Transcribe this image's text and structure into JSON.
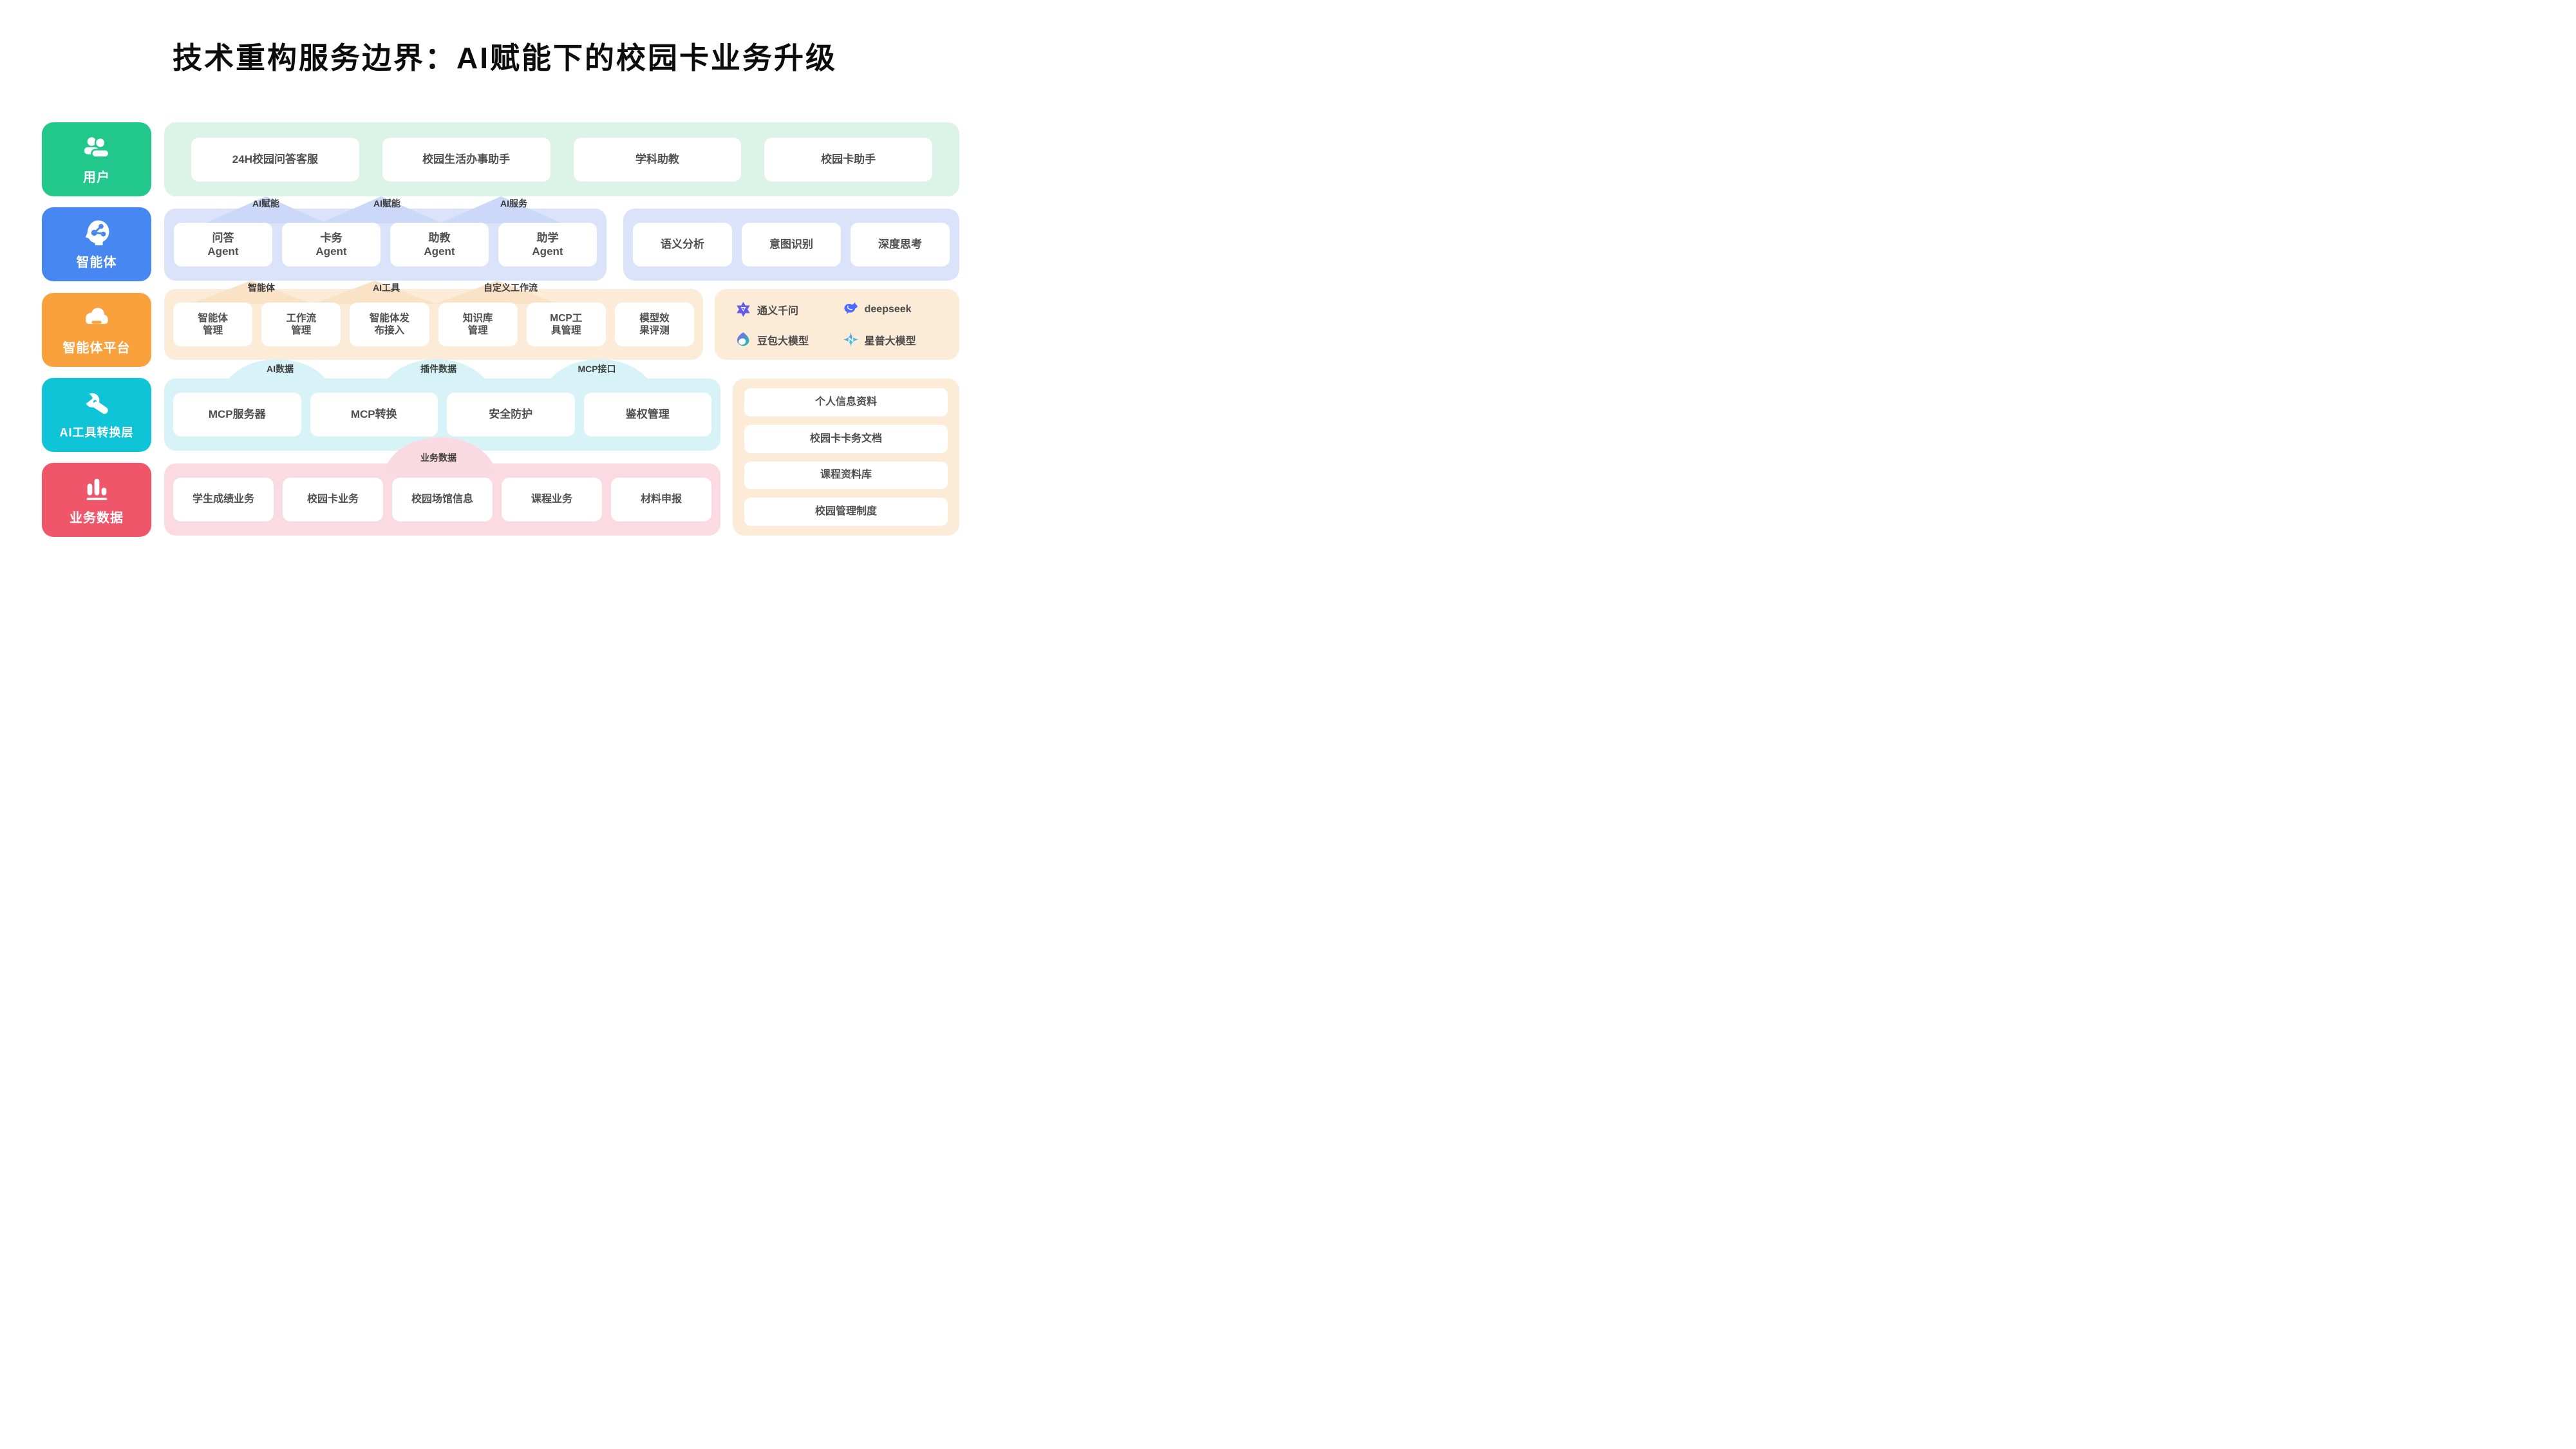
{
  "title": "技术重构服务边界：AI赋能下的校园卡业务升级",
  "sidebar": {
    "items": [
      {
        "label": "用户",
        "icon": "users-icon",
        "color": "#22C78C"
      },
      {
        "label": "智能体",
        "icon": "agent-head-icon",
        "color": "#4687F2"
      },
      {
        "label": "智能体平台",
        "icon": "cloud-icon",
        "color": "#F9A13D"
      },
      {
        "label": "AI工具转换层",
        "icon": "wrench-icon",
        "color": "#10C4D8"
      },
      {
        "label": "业务数据",
        "icon": "bar-chart-icon",
        "color": "#F0566A"
      }
    ]
  },
  "layers": {
    "user": {
      "bg": "#DCF3E8",
      "items": [
        "24H校园问答客服",
        "校园生活办事助手",
        "学科助教",
        "校园卡助手"
      ]
    },
    "agent": {
      "bg": "#DBE3FB",
      "agents": [
        {
          "line1": "问答",
          "line2": "Agent"
        },
        {
          "line1": "卡务",
          "line2": "Agent"
        },
        {
          "line1": "助教",
          "line2": "Agent"
        },
        {
          "line1": "助学",
          "line2": "Agent"
        }
      ],
      "capabilities": [
        "语义分析",
        "意图识别",
        "深度思考"
      ]
    },
    "platform": {
      "bg": "#FCEBD7",
      "items": [
        {
          "line1": "智能体",
          "line2": "管理"
        },
        {
          "line1": "工作流",
          "line2": "管理"
        },
        {
          "line1": "智能体发",
          "line2": "布接入"
        },
        {
          "line1": "知识库",
          "line2": "管理"
        },
        {
          "line1": "MCP工",
          "line2": "具管理"
        },
        {
          "line1": "模型效",
          "line2": "果评测"
        }
      ],
      "models": [
        {
          "name": "通义千问",
          "icon": "tongyi-qianwen-icon"
        },
        {
          "name": "deepseek",
          "icon": "deepseek-icon"
        },
        {
          "name": "豆包大模型",
          "icon": "doubao-icon"
        },
        {
          "name": "星普大模型",
          "icon": "xingpu-icon"
        }
      ]
    },
    "mcp": {
      "bg": "#D8F3F7",
      "items": [
        "MCP服务器",
        "MCP转换",
        "安全防护",
        "鉴权管理"
      ]
    },
    "business": {
      "bg": "#FBDAE1",
      "items": [
        "学生成绩业务",
        "校园卡业务",
        "校园场馆信息",
        "课程业务",
        "材料申报"
      ]
    },
    "knowledge": {
      "bg": "#FCEBD7",
      "items": [
        "个人信息资料",
        "校园卡卡务文档",
        "课程资料库",
        "校园管理制度"
      ]
    }
  },
  "connectors": {
    "tier1": [
      {
        "label": "AI赋能"
      },
      {
        "label": "AI赋能"
      },
      {
        "label": "AI服务"
      }
    ],
    "tier2": [
      {
        "label": "智能体"
      },
      {
        "label": "AI工具"
      },
      {
        "label": "自定义工作流"
      }
    ],
    "tier3": [
      {
        "label": "AI数据"
      },
      {
        "label": "插件数据"
      },
      {
        "label": "MCP接口"
      }
    ],
    "tier4": [
      {
        "label": "业务数据"
      }
    ]
  }
}
